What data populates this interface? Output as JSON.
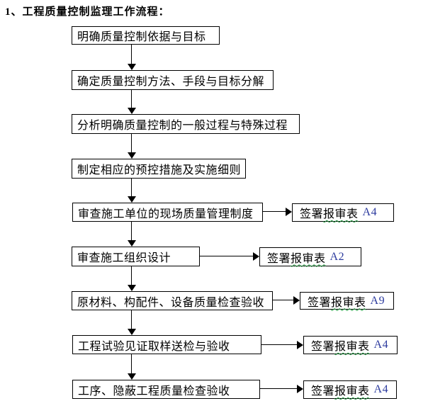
{
  "page": {
    "title": "1、工程质量控制监理工作流程："
  },
  "colors": {
    "box_border": "#000000",
    "code_blue": "#2B3A9E",
    "wavy_green": "#2FA34C"
  },
  "flow": {
    "steps": [
      {
        "label": "明确质量控制依据与目标"
      },
      {
        "label": "确定质量控制方法、手段与目标分解"
      },
      {
        "label": "分析明确质量控制的一般过程与特殊过程"
      },
      {
        "label": "制定相应的预控措施及实施细则"
      },
      {
        "label": "审查施工单位的现场质量管理制度",
        "output": {
          "sign": "签署",
          "form": "报审表",
          "code": "A4"
        }
      },
      {
        "label": "审查施工组织设计",
        "output": {
          "sign": "签署",
          "form": "报审表",
          "code": "A2"
        }
      },
      {
        "label": "原材料、构配件、设备质量检查验收",
        "output": {
          "sign": "签署",
          "form": "报审表",
          "code": "A9"
        }
      },
      {
        "label": "工程试验见证取样送检与验收",
        "output": {
          "sign": "签署",
          "form": "报审表",
          "code": "A4"
        }
      },
      {
        "label": "工序、隐蔽工程质量检查验收",
        "output": {
          "sign": "签署",
          "form": "报审表",
          "code": "A4"
        }
      }
    ]
  }
}
